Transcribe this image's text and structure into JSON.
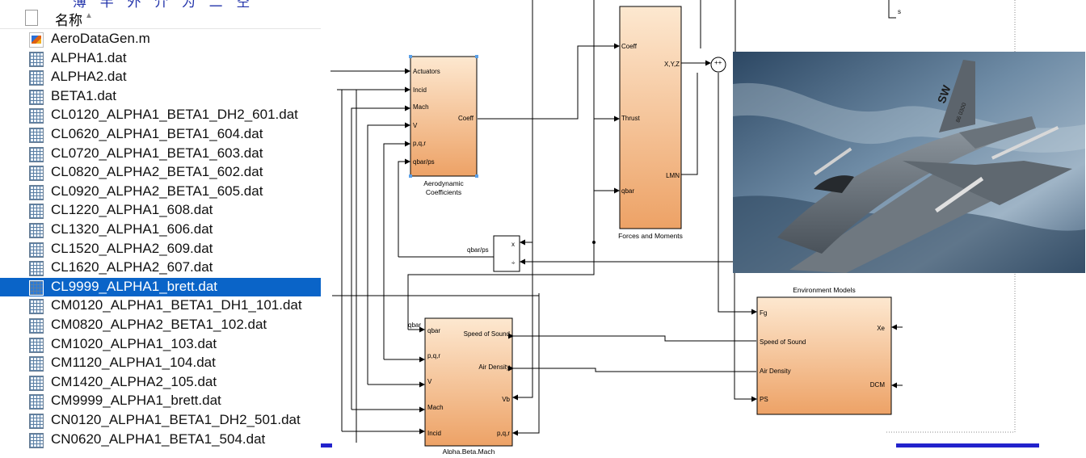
{
  "filelist": {
    "header_label": "名称",
    "sort_icon": "sort-ascending-icon",
    "top_clipped_text": "薄 半 外 介 为 二 空",
    "files": [
      {
        "name": "AeroDataGen.m",
        "icon": "matlab-file-icon"
      },
      {
        "name": "ALPHA1.dat",
        "icon": "data-file-icon"
      },
      {
        "name": "ALPHA2.dat",
        "icon": "data-file-icon"
      },
      {
        "name": "BETA1.dat",
        "icon": "data-file-icon"
      },
      {
        "name": "CL0120_ALPHA1_BETA1_DH2_601.dat",
        "icon": "data-file-icon"
      },
      {
        "name": "CL0620_ALPHA1_BETA1_604.dat",
        "icon": "data-file-icon"
      },
      {
        "name": "CL0720_ALPHA1_BETA1_603.dat",
        "icon": "data-file-icon"
      },
      {
        "name": "CL0820_ALPHA2_BETA1_602.dat",
        "icon": "data-file-icon"
      },
      {
        "name": "CL0920_ALPHA2_BETA1_605.dat",
        "icon": "data-file-icon"
      },
      {
        "name": "CL1220_ALPHA1_608.dat",
        "icon": "data-file-icon"
      },
      {
        "name": "CL1320_ALPHA1_606.dat",
        "icon": "data-file-icon"
      },
      {
        "name": "CL1520_ALPHA2_609.dat",
        "icon": "data-file-icon"
      },
      {
        "name": "CL1620_ALPHA2_607.dat",
        "icon": "data-file-icon"
      },
      {
        "name": "CL9999_ALPHA1_brett.dat",
        "icon": "data-file-icon",
        "selected": true
      },
      {
        "name": "CM0120_ALPHA1_BETA1_DH1_101.dat",
        "icon": "data-file-icon"
      },
      {
        "name": "CM0820_ALPHA2_BETA1_102.dat",
        "icon": "data-file-icon"
      },
      {
        "name": "CM1020_ALPHA1_103.dat",
        "icon": "data-file-icon"
      },
      {
        "name": "CM1120_ALPHA1_104.dat",
        "icon": "data-file-icon"
      },
      {
        "name": "CM1420_ALPHA2_105.dat",
        "icon": "data-file-icon"
      },
      {
        "name": "CM9999_ALPHA1_brett.dat",
        "icon": "data-file-icon"
      },
      {
        "name": "CN0120_ALPHA1_BETA1_DH2_501.dat",
        "icon": "data-file-icon"
      },
      {
        "name": "CN0620_ALPHA1_BETA1_504.dat",
        "icon": "data-file-icon"
      }
    ]
  },
  "diagram": {
    "aero": {
      "caption1": "Aerodynamic",
      "caption2": "Coefficients",
      "inputs": [
        "Actuators",
        "Incid",
        "Mach",
        "V",
        "p,q,r",
        "qbar/ps"
      ],
      "output": "Coeff"
    },
    "forces": {
      "caption": "Forces and Moments",
      "inputs": [
        "Coeff",
        "Thrust",
        "qbar"
      ],
      "outputs": [
        "X,Y,Z",
        "LMN"
      ]
    },
    "product": {
      "signal_label": "qbar/ps",
      "ports": [
        "x",
        "÷"
      ]
    },
    "sum": {
      "signs": "++"
    },
    "env": {
      "caption": "Environment Models",
      "inputs": [
        "Fg",
        "Speed of Sound",
        "Air Density",
        "PS"
      ],
      "outputs": [
        "Xe",
        "DCM"
      ]
    },
    "abm": {
      "caption": "Alpha,Beta,Mach",
      "signal_label": "qbar",
      "inputs": [
        "qbar",
        "p,q,r",
        "V",
        "Mach",
        "Incid"
      ],
      "outputs": [
        "Speed of Sound",
        "Air Density",
        "Vb",
        "p,q,r"
      ]
    },
    "right_clip_char": "s"
  },
  "photo": {
    "tail_text": "SW",
    "tail_number": "86 0300"
  },
  "colors": {
    "selection": "#0a64c8",
    "block_fill_light": "#fde4c8",
    "block_fill_dark": "#eca56a",
    "accent_bar": "#2222cc",
    "sky_dark": "#2c4763",
    "sky_light": "#9fb4c6"
  }
}
